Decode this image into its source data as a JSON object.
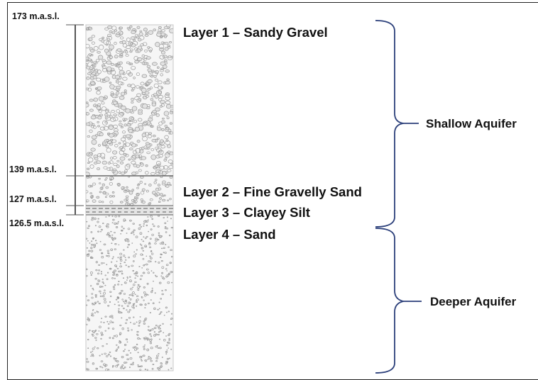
{
  "elevations": {
    "e173": "173 m.a.s.l.",
    "e139": "139 m.a.s.l.",
    "e127": "127 m.a.s.l.",
    "e126": "126.5 m.a.s.l."
  },
  "layers": {
    "layer1": "Layer 1 – Sandy Gravel",
    "layer2": "Layer 2 – Fine Gravelly  Sand",
    "layer3": "Layer 3 – Clayey Silt",
    "layer4": "Layer 4 – Sand"
  },
  "aquifers": {
    "shallow": "Shallow Aquifer",
    "deeper": "Deeper Aquifer"
  },
  "colors": {
    "brace": "#2b3f7a",
    "ink": "#111111",
    "column_fill": "#f6f6f6",
    "grain": "#9a9a9a"
  }
}
